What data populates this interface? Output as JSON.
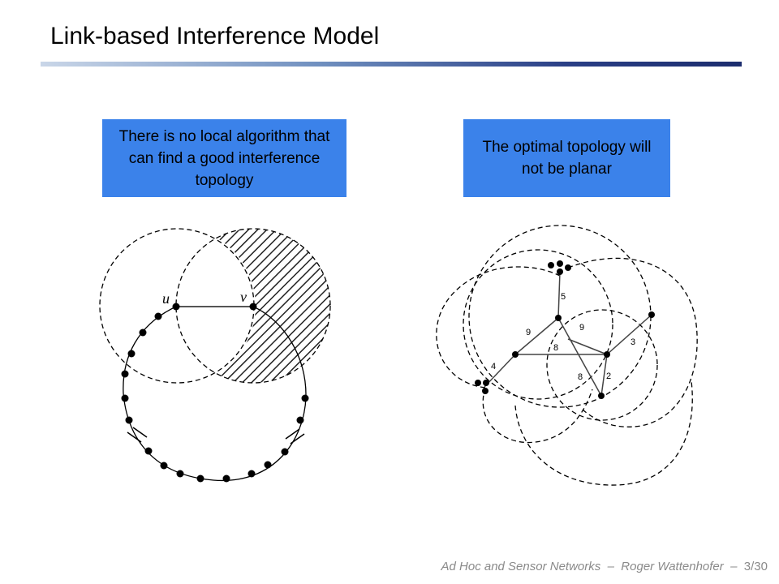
{
  "slide": {
    "title": "Link-based Interference Model",
    "callout_left": "There is no local algorithm that can find a good interference topology",
    "callout_right": "The optimal topology will not be planar",
    "footer": {
      "course": "Ad Hoc and Sensor Networks",
      "sep1": "–",
      "author": "Roger Wattenhofer",
      "sep2": "–",
      "page": "3/30"
    }
  },
  "left_diagram": {
    "node_u_label": "u",
    "node_v_label": "v"
  },
  "right_diagram": {
    "edge_labels": [
      "5",
      "9",
      "9",
      "8",
      "3",
      "4",
      "8",
      "2"
    ]
  },
  "colors": {
    "callout_fill": "#3b82ea",
    "title_bar_dark": "#1c2d6e",
    "footer_text": "#8a8a8a"
  }
}
